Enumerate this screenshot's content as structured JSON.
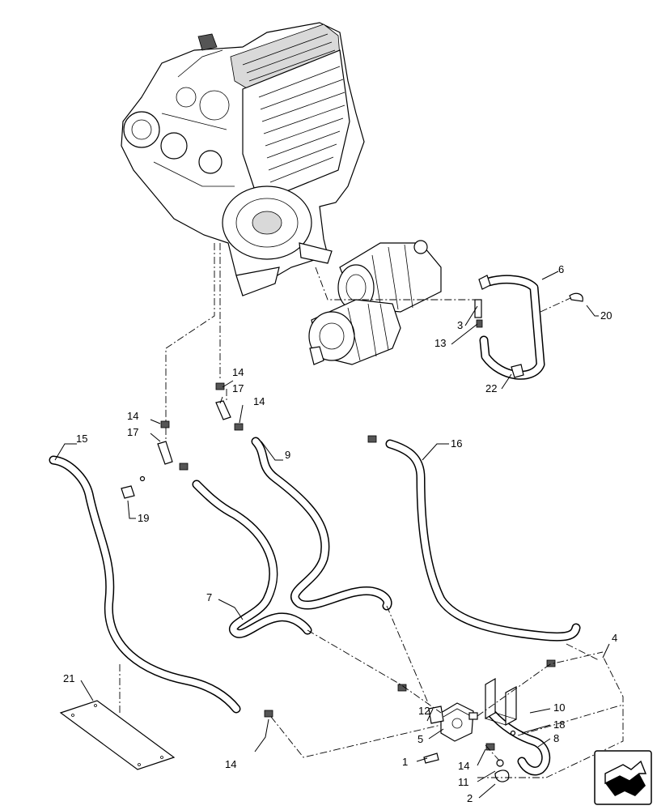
{
  "callouts": {
    "c1": "1",
    "c2": "2",
    "c3": "3",
    "c4": "4",
    "c5": "5",
    "c6": "6",
    "c7": "7",
    "c8": "8",
    "c9": "9",
    "c10": "10",
    "c11": "11",
    "c12": "12",
    "c13": "13",
    "c14a": "14",
    "c14b": "14",
    "c14c": "14",
    "c14d": "14",
    "c14e": "14",
    "c15": "15",
    "c16": "16",
    "c17a": "17",
    "c17b": "17",
    "c18": "18",
    "c19": "19",
    "c20": "20",
    "c21": "21",
    "c22": "22"
  },
  "icons": {
    "orientation": "front-direction-arrow-icon"
  }
}
